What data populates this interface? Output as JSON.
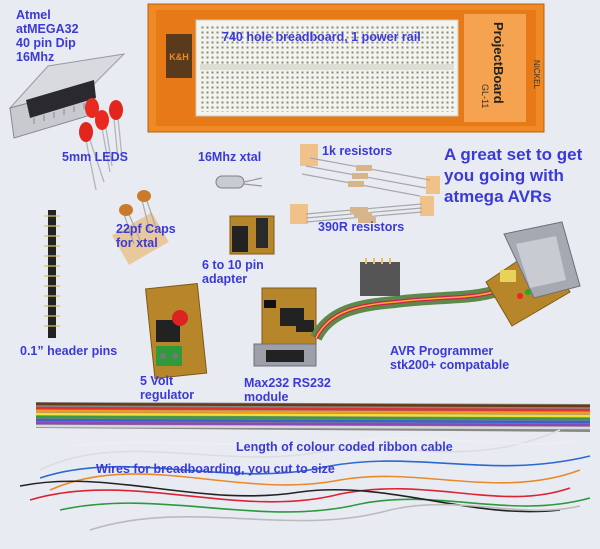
{
  "photo": {
    "background": "#e9ebf3",
    "label_color": "#3a3ad6",
    "breadboard_body": "#f08a25",
    "breadboard_face": "#f4f4ee",
    "pcb_color": "#b8862a",
    "header_pins": "#222222"
  },
  "board_print": {
    "brand": "ProjectBoard",
    "model": "GL-11",
    "nickel": "NICKEL"
  },
  "labels": {
    "atmel": [
      "Atmel",
      "atMEGA32",
      "40 pin Dip",
      "16Mhz"
    ],
    "breadboard": "740 hole breadboard, 1 power rail",
    "leds": "5mm LEDS",
    "xtal": "16Mhz xtal",
    "resistors_1k": "1k resistors",
    "caps": [
      "22pf Caps",
      "for xtal"
    ],
    "resistors_390": "390R resistors",
    "adapter": [
      "6 to 10 pin",
      "adapter"
    ],
    "header_pins": "0.1” header pins",
    "regulator": [
      "5 Volt",
      "regulator"
    ],
    "max232": [
      "Max232 RS232",
      "module"
    ],
    "programmer": [
      "AVR Programmer",
      "stk200+ compatable"
    ],
    "tagline": [
      "A great set to get",
      "you going with",
      "atmega AVRs"
    ],
    "ribbon": "Length of colour coded ribbon cable",
    "wires": "Wires for breadboarding, you cut to size"
  }
}
